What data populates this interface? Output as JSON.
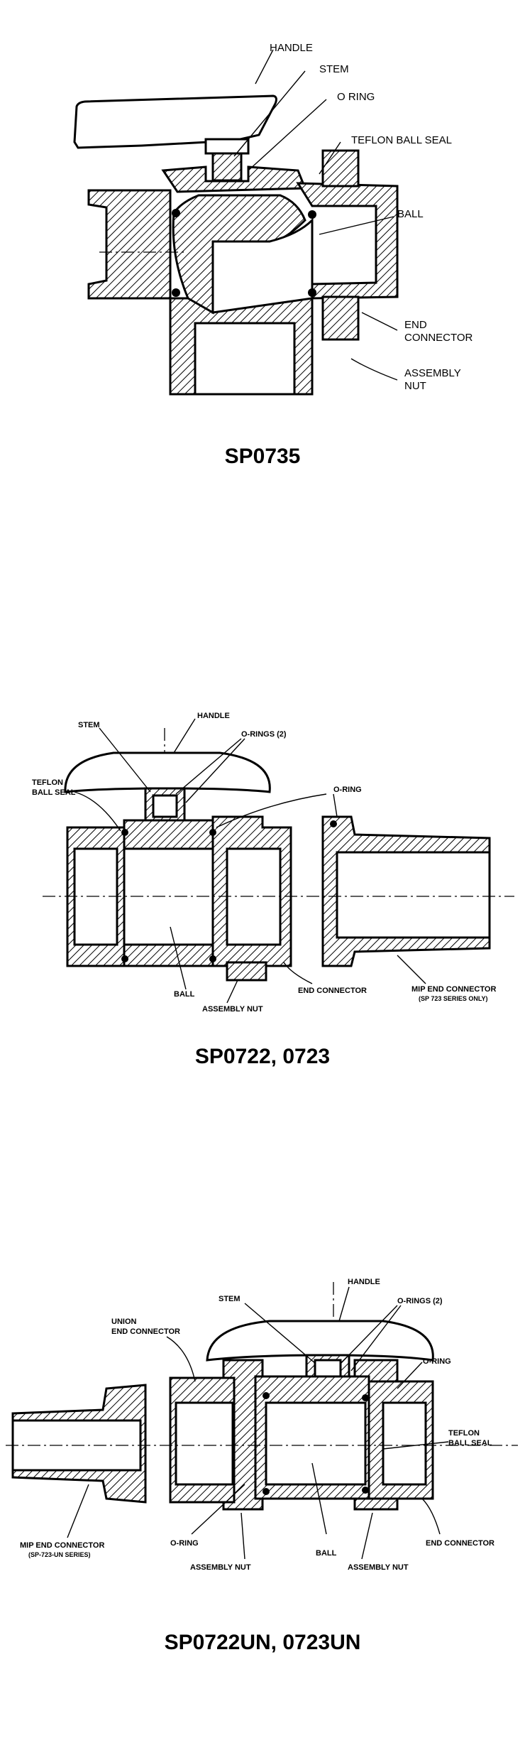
{
  "figure1": {
    "caption": "SP0735",
    "labels": {
      "handle": "HANDLE",
      "stem": "STEM",
      "o_ring": "O RING",
      "teflon_ball_seal": "TEFLON BALL SEAL",
      "ball": "BALL",
      "end_connector_1": "END",
      "end_connector_2": "CONNECTOR",
      "assembly_nut_1": "ASSEMBLY",
      "assembly_nut_2": "NUT"
    }
  },
  "figure2": {
    "caption": "SP0722, 0723",
    "labels": {
      "stem": "STEM",
      "handle": "HANDLE",
      "o_rings": "O-RINGS (2)",
      "teflon_1": "TEFLON",
      "teflon_2": "BALL SEAL",
      "o_ring": "O-RING",
      "ball": "BALL",
      "assembly_nut": "ASSEMBLY NUT",
      "end_connector": "END CONNECTOR",
      "mip_1": "MIP END CONNECTOR",
      "mip_2": "(SP 723 SERIES ONLY)"
    }
  },
  "figure3": {
    "caption": "SP0722UN, 0723UN",
    "labels": {
      "handle": "HANDLE",
      "stem": "STEM",
      "o_rings": "O-RINGS (2)",
      "union_1": "UNION",
      "union_2": "END CONNECTOR",
      "o_ring_top": "O-RING",
      "teflon_1": "TEFLON",
      "teflon_2": "BALL SEAL",
      "mip_1": "MIP END CONNECTOR",
      "mip_2": "(SP-723-UN SERIES)",
      "o_ring_bottom": "O-RING",
      "ball": "BALL",
      "end_connector": "END CONNECTOR",
      "assembly_nut_left": "ASSEMBLY NUT",
      "assembly_nut_right": "ASSEMBLY NUT"
    }
  }
}
